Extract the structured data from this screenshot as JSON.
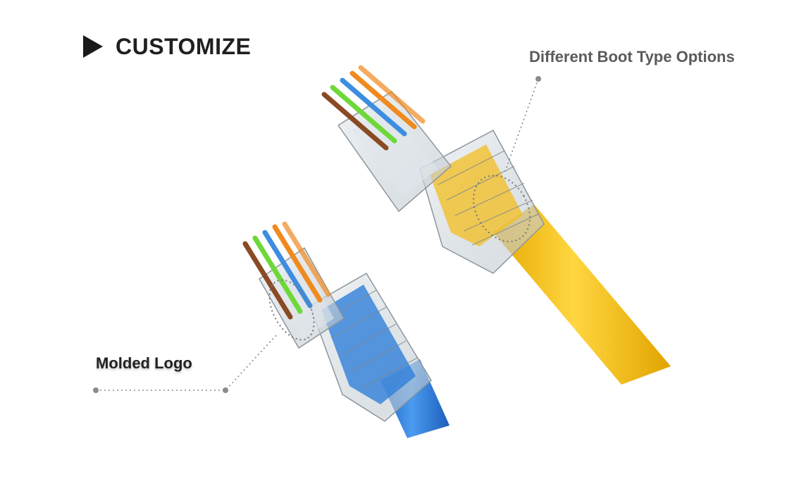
{
  "header": {
    "icon": "play-triangle-icon",
    "title": "CUSTOMIZE"
  },
  "callouts": {
    "boot_options": "Different Boot Type Options",
    "molded_logo": "Molded Logo"
  },
  "colors": {
    "yellow_cable": "#f3be1f",
    "blue_cable": "#2f7fd9",
    "wire_orange": "#ef8a1f",
    "wire_blue": "#3d8de0",
    "wire_green": "#6ed838",
    "wire_brown": "#8a4a24",
    "callout_line": "#8a8a8a"
  }
}
